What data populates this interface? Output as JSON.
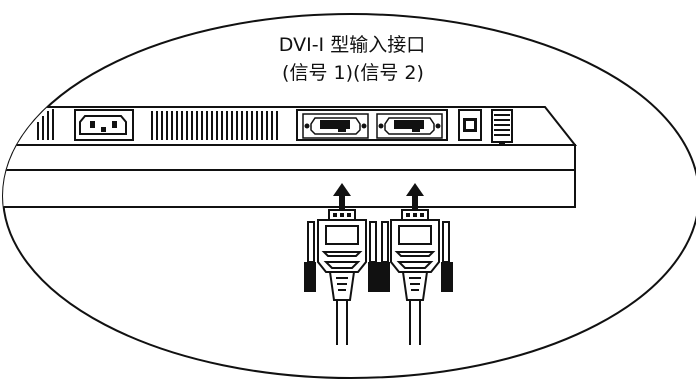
{
  "diagram": {
    "title": "DVI-I 型输入接口",
    "subtitle": "(信号 1)(信号 2)",
    "colors": {
      "line": "#111111",
      "fill": "#ffffff"
    },
    "icons": [
      "power-socket-icon",
      "vent-grille",
      "dvi-port",
      "usb-port",
      "arrow-up-icon",
      "dvi-plug",
      "cable"
    ]
  }
}
